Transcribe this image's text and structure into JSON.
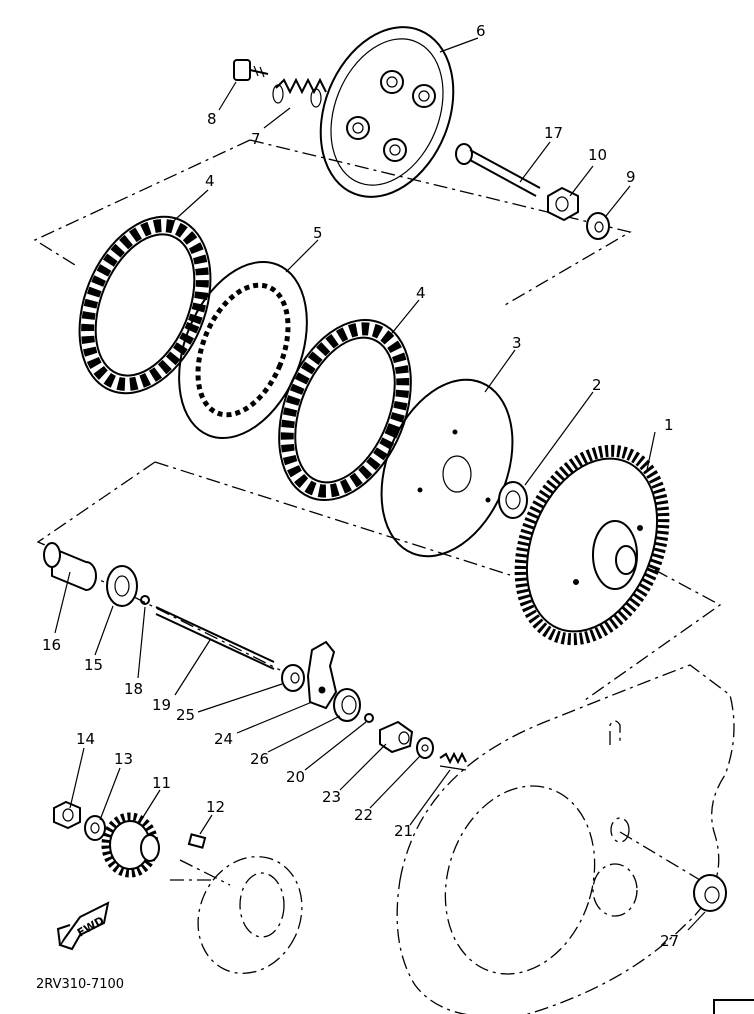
{
  "diagram_code": "2RV310-7100",
  "fwd_mark": "FWD",
  "callouts": {
    "p1": "1",
    "p2": "2",
    "p3": "3",
    "p4a": "4",
    "p4b": "4",
    "p5": "5",
    "p6": "6",
    "p7": "7",
    "p8": "8",
    "p9": "9",
    "p10": "10",
    "p11": "11",
    "p12": "12",
    "p13": "13",
    "p14": "14",
    "p15": "15",
    "p16": "16",
    "p17": "17",
    "p18": "18",
    "p19": "19",
    "p20": "20",
    "p21": "21",
    "p22": "22",
    "p23": "23",
    "p24": "24",
    "p25": "25",
    "p26": "26",
    "p27": "27"
  }
}
